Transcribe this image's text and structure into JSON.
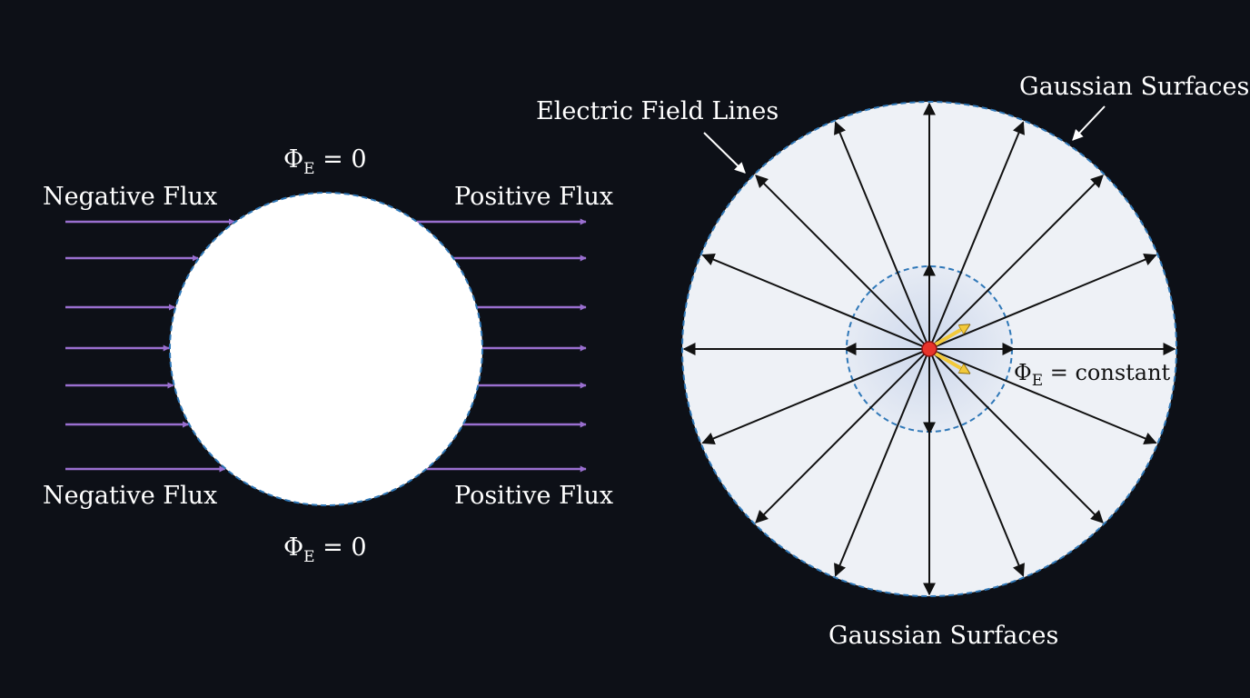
{
  "colors": {
    "background": "#0d1017",
    "flux_arrow": "#9a6fd0",
    "dashed_border": "#2f78b8",
    "field_line": "#111111",
    "point_charge": "#e8342c",
    "highlight_arrow": "#f2c93a",
    "outer_fill": "#eef1f6",
    "inner_fill": "#dfe6f2"
  },
  "left_panel": {
    "top_flux_label": {
      "symbol": "Φ",
      "sub": "E",
      "rest": " = 0"
    },
    "bottom_flux_label": {
      "symbol": "Φ",
      "sub": "E",
      "rest": " = 0"
    },
    "negative_flux_top": "Negative Flux",
    "negative_flux_bottom": "Negative Flux",
    "positive_flux_top": "Positive Flux",
    "positive_flux_bottom": "Positive Flux",
    "arrow_count": 7
  },
  "right_panel": {
    "electric_field_lines_label": "Electric Field Lines",
    "gaussian_surfaces_top": "Gaussian Surfaces",
    "gaussian_surfaces_bottom": "Gaussian Surfaces",
    "constant_flux_label": {
      "symbol": "Φ",
      "sub": "E",
      "rest": " = constant"
    },
    "field_line_count": 16
  }
}
